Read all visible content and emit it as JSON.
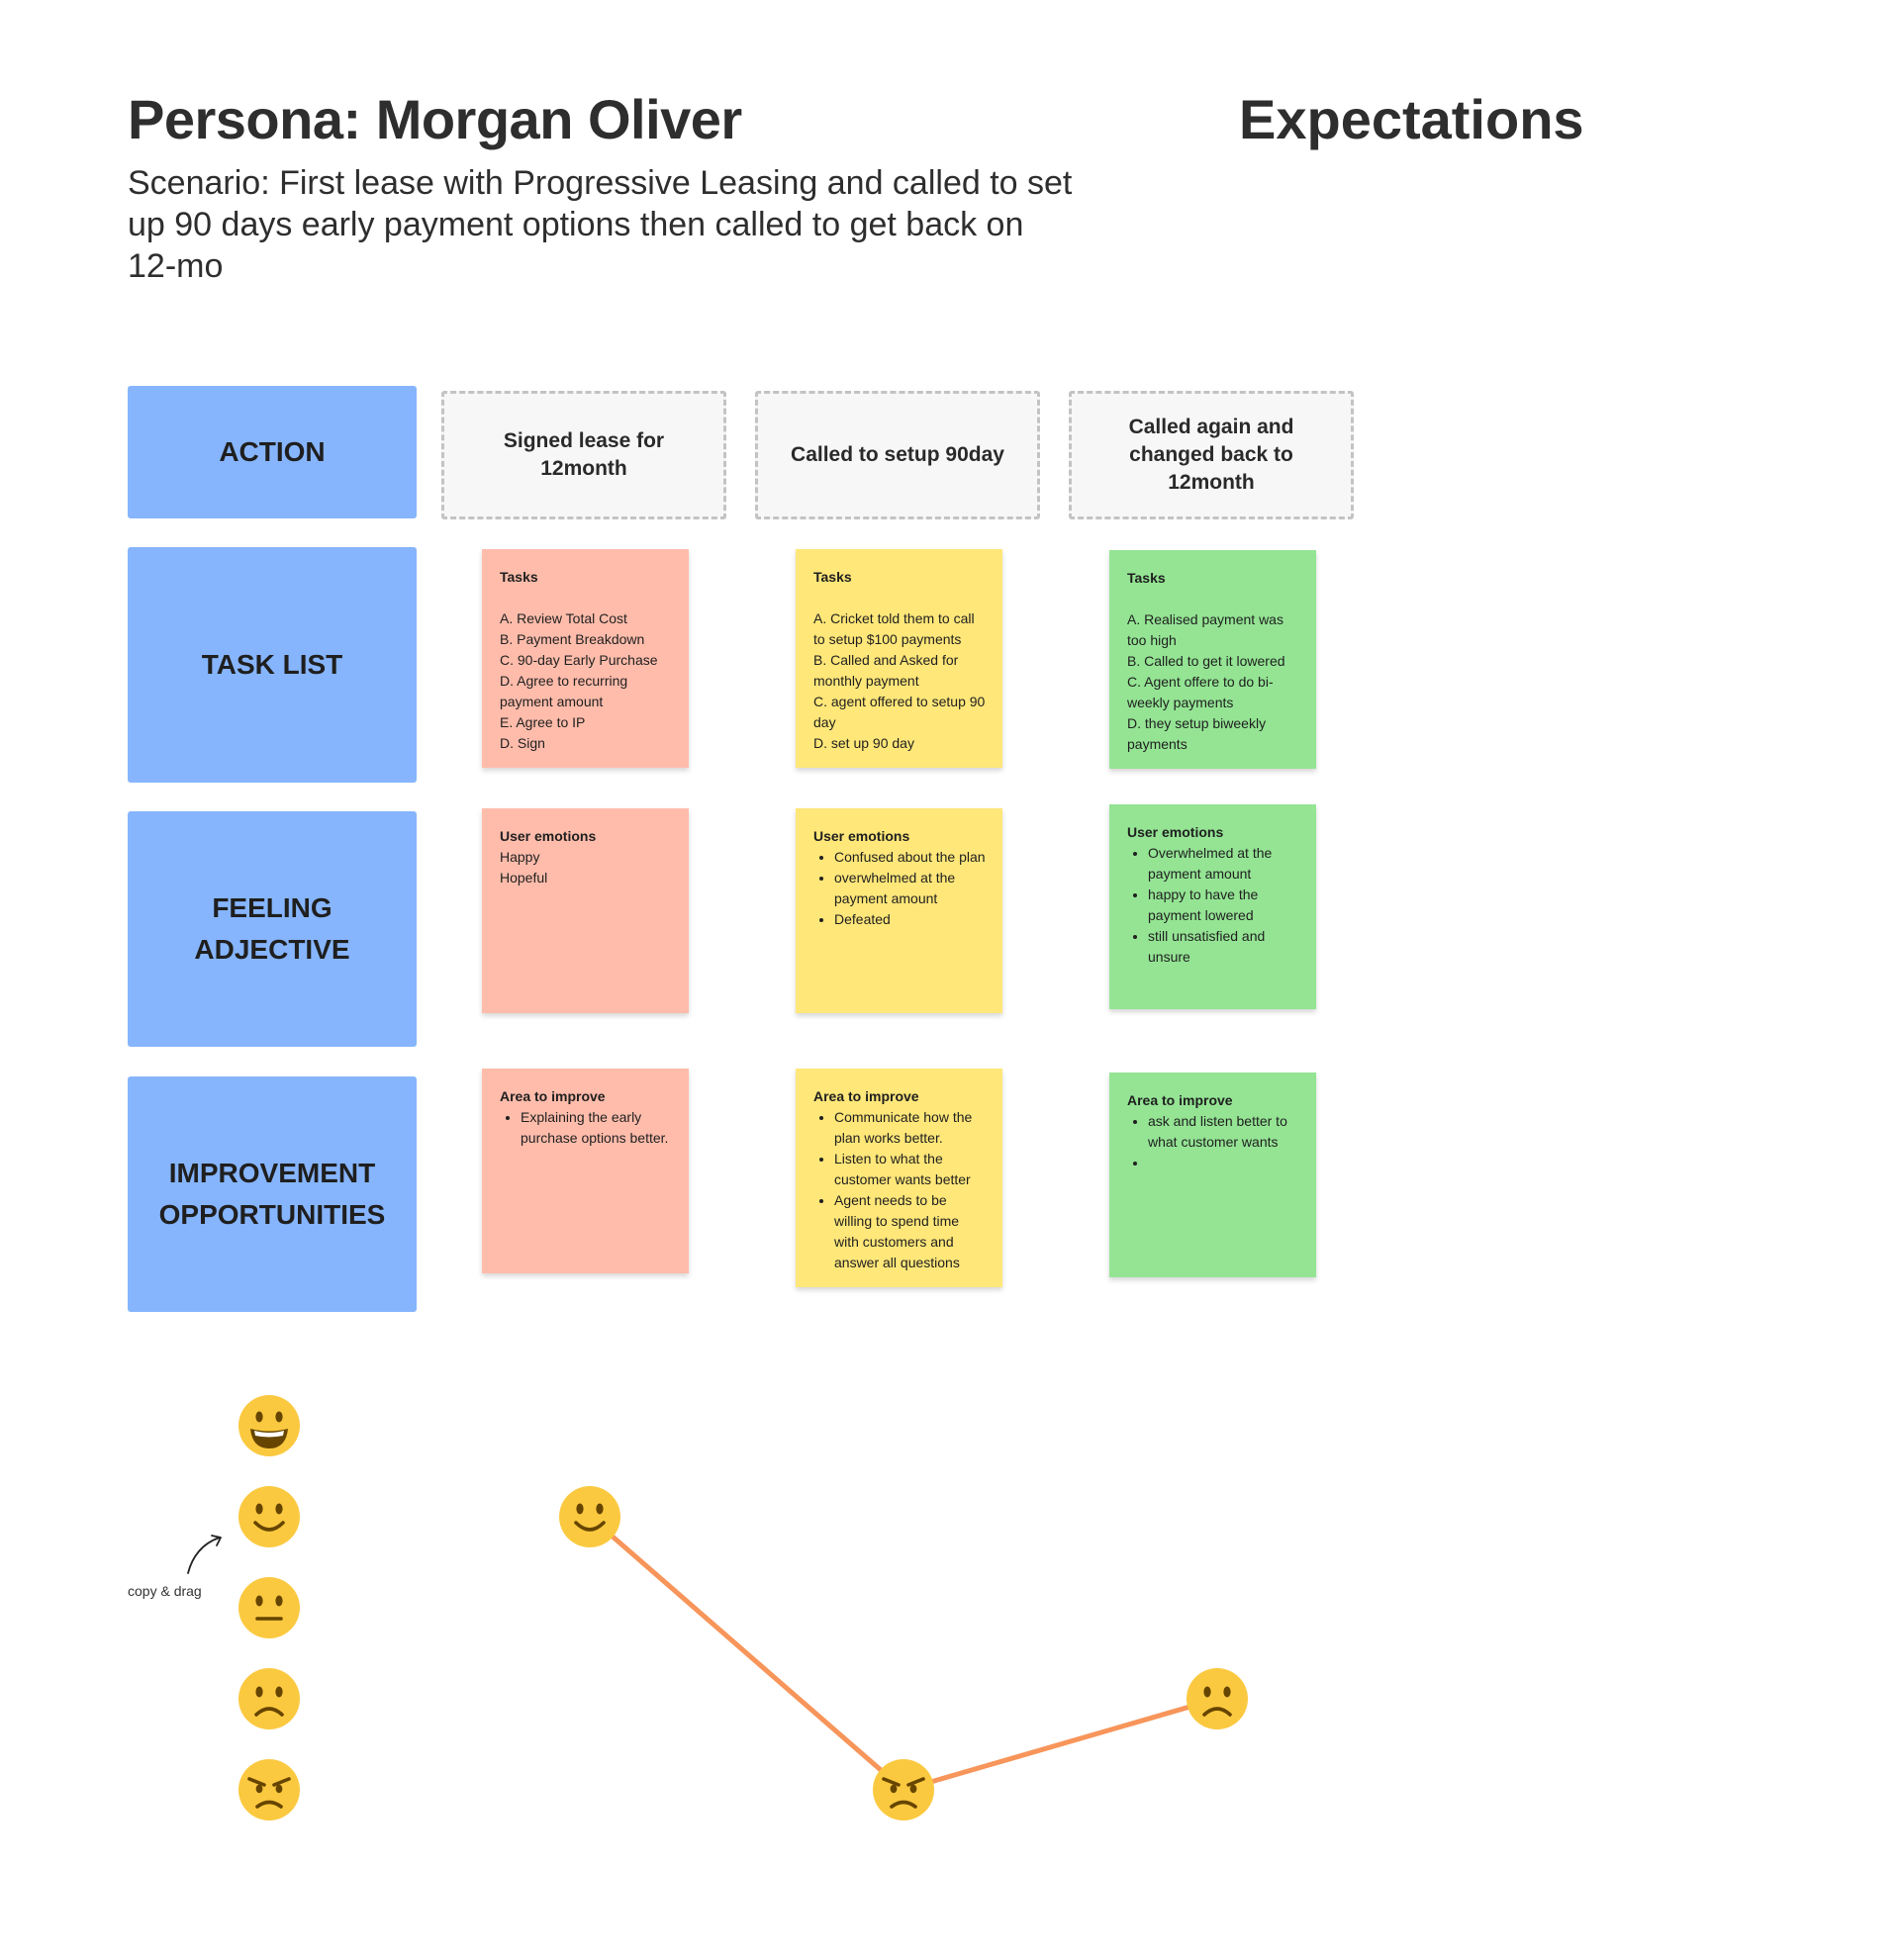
{
  "header": {
    "title": "Persona: Morgan Oliver",
    "scenario": "Scenario: First lease with Progressive Leasing and called to set up 90 days early payment options then called to get back on 12-mo",
    "expectations": "Expectations"
  },
  "rows": {
    "action": "ACTION",
    "task_list": "TASK LIST",
    "feeling": "FEELING\nADJECTIVE",
    "improvement": "IMPROVEMENT\nOPPORTUNITIES"
  },
  "stages": [
    {
      "label": "Signed lease for 12month"
    },
    {
      "label": "Called to setup 90day"
    },
    {
      "label": "Called again and changed back to 12month"
    }
  ],
  "tasks": [
    {
      "heading": "Tasks",
      "items": [
        "A. Review Total Cost",
        "B. Payment Breakdown",
        "C. 90-day Early Purchase",
        "D. Agree to recurring payment amount",
        "E. Agree to IP",
        "D. Sign"
      ]
    },
    {
      "heading": "Tasks",
      "items": [
        "A. Cricket told them to call to setup $100 payments",
        "B. Called and Asked for monthly payment",
        "C. agent offered to setup 90 day",
        "D. set up 90 day"
      ]
    },
    {
      "heading": "Tasks",
      "items": [
        "A. Realised payment was too high",
        "B. Called to get it lowered",
        "C. Agent offere to do bi-weekly payments",
        "D. they setup biweekly payments"
      ]
    }
  ],
  "emotions": [
    {
      "heading": "User emotions",
      "lines": [
        "Happy",
        "Hopeful"
      ]
    },
    {
      "heading": "User emotions",
      "bullets": [
        "Confused about the plan",
        "overwhelmed at the payment amount",
        "Defeated"
      ]
    },
    {
      "heading": "User emotions",
      "bullets": [
        "Overwhelmed at the payment amount",
        "happy to have the payment lowered",
        "still unsatisfied and unsure"
      ]
    }
  ],
  "improvements": [
    {
      "heading": "Area to improve",
      "bullets": [
        "Explaining the early purchase options better."
      ]
    },
    {
      "heading": "Area to improve",
      "bullets": [
        "Communicate how the plan works better.",
        "Listen to what the customer wants better",
        "Agent needs to be willing to spend time with customers and answer all questions"
      ]
    },
    {
      "heading": "Area to improve",
      "bullets": [
        "ask and listen better to what customer wants",
        ""
      ]
    }
  ],
  "emotion_scale": [
    "very-happy",
    "happy",
    "neutral",
    "sad",
    "angry"
  ],
  "journey": {
    "levels": [
      "happy",
      "angry",
      "sad"
    ],
    "line_color": "#f7955a"
  },
  "hint": "copy & drag",
  "colors": {
    "row_label": "#86b5fd",
    "red": "#ffbcab",
    "yellow": "#ffe779",
    "green": "#94e494",
    "emoji": "#fbc940"
  }
}
